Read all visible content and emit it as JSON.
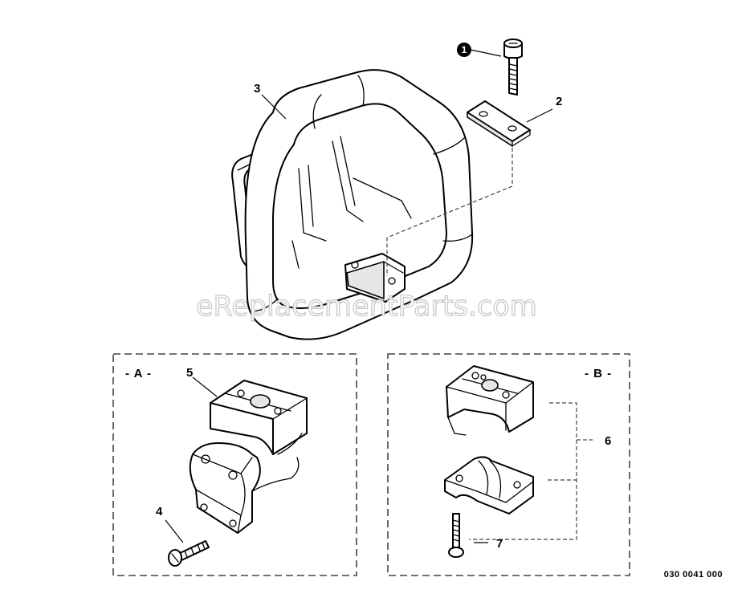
{
  "parts": [
    {
      "number": "1",
      "style": "filled-circle"
    },
    {
      "number": "2"
    },
    {
      "number": "3"
    },
    {
      "number": "4"
    },
    {
      "number": "5"
    },
    {
      "number": "6"
    },
    {
      "number": "7"
    }
  ],
  "sections": {
    "a_label": "- A -",
    "b_label": "- B -"
  },
  "watermark": "eReplacementParts.com",
  "diagram_code": "030 0041 000",
  "colors": {
    "line": "#000000",
    "dash": "#555555",
    "watermark": "#c4c4c4",
    "background": "#ffffff"
  }
}
